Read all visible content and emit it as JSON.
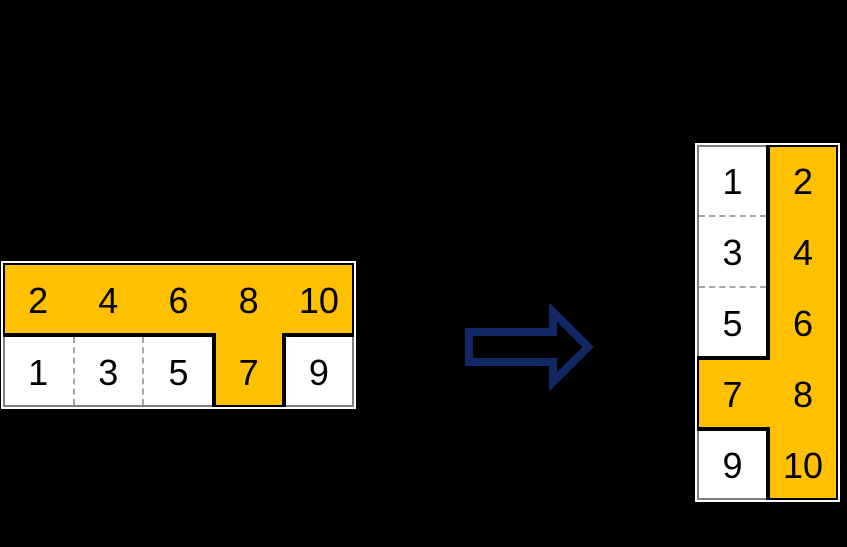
{
  "colors": {
    "canvas-bg": "#000000",
    "highlight-orange": "#FFC000",
    "cell-white": "#FFFFFF",
    "shape-border-black": "#000000",
    "cell-border-gray": "#808080",
    "dash-gray": "#A6A6A6",
    "table-outline-white": "#FFFFFF",
    "arrow-navy": "#122864",
    "number-black": "#000000"
  },
  "left_table": {
    "top_row": [
      "2",
      "4",
      "6",
      "8",
      "10"
    ],
    "bottom_row": [
      "1",
      "3",
      "5",
      "7",
      "9"
    ]
  },
  "right_table": {
    "rows": [
      [
        "1",
        "2"
      ],
      [
        "3",
        "4"
      ],
      [
        "5",
        "6"
      ],
      [
        "7",
        "8"
      ],
      [
        "9",
        "10"
      ]
    ]
  },
  "arrow": {
    "icon": "right-arrow-icon",
    "direction": "right"
  }
}
